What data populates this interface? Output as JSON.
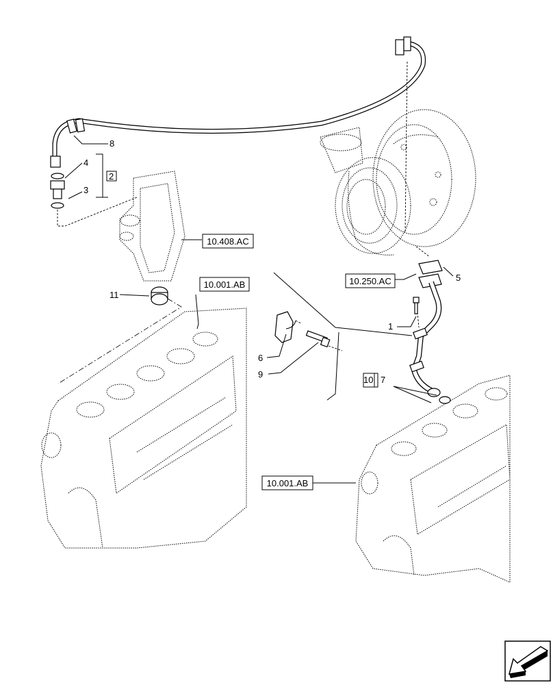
{
  "callouts": {
    "c1": "1",
    "c2": "2",
    "c3": "3",
    "c4": "4",
    "c5": "5",
    "c6": "6",
    "c7": "7",
    "c8": "8",
    "c9": "9",
    "c10": "10",
    "c11": "11"
  },
  "references": {
    "r_10408": "10.408.AC",
    "r_10001_top": "10.001.AB",
    "r_10250": "10.250.AC",
    "r_10001_bottom": "10.001.AB"
  },
  "nav": {
    "icon": "arrow-down-left-icon"
  }
}
